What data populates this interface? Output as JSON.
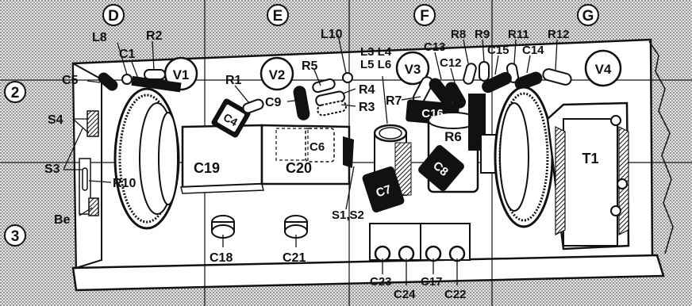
{
  "diagram": {
    "grid_columns": [
      "D",
      "E",
      "F",
      "G"
    ],
    "grid_rows": [
      "2",
      "3"
    ],
    "component_labels": {
      "L8": "L8",
      "C1": "C1",
      "R2": "R2",
      "V1": "V1",
      "C5": "C5",
      "S4": "S4",
      "S3": "S3",
      "R10": "R10",
      "Be": "Be",
      "C19": "C19",
      "C4": "C4",
      "R1": "R1",
      "V2": "V2",
      "R5": "R5",
      "C9": "C9",
      "R4": "R4",
      "R3": "R3",
      "L10": "L10",
      "L3L4": "L3 L4",
      "L5L6": "L5 L6",
      "C20": "C20",
      "C6": "C6",
      "S1S2": "S1,S2",
      "C7": "C7",
      "V3": "V3",
      "C13": "C13",
      "C12": "C12",
      "R7": "R7",
      "C16": "C16",
      "R8": "R8",
      "R9": "R9",
      "C15": "C15",
      "R11": "R11",
      "C14": "C14",
      "R12": "R12",
      "V4": "V4",
      "R6": "R6",
      "C8": "C8",
      "T1": "T1",
      "C18": "C18",
      "C21": "C21",
      "C23": "C23",
      "C24": "C24",
      "C17": "C17",
      "C22": "C22"
    }
  }
}
